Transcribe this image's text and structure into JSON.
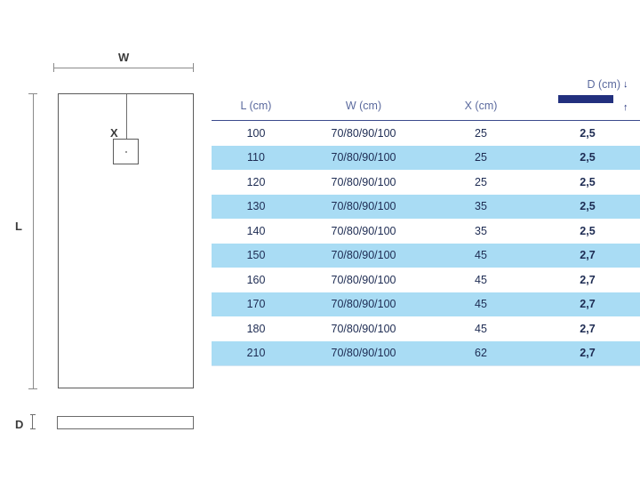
{
  "drawing": {
    "width_label": "W",
    "length_label": "L",
    "offset_label": "X",
    "depth_label": "D"
  },
  "table": {
    "depth_header": {
      "title": "D (cm)",
      "arrow_down": "↓",
      "arrow_up": "↑",
      "swatch_color": "#22307e"
    },
    "columns": [
      "L (cm)",
      "W (cm)",
      "X (cm)",
      "D (cm)"
    ],
    "rows": [
      {
        "L": "100",
        "W": "70/80/90/100",
        "X": "25",
        "D": "2,5"
      },
      {
        "L": "110",
        "W": "70/80/90/100",
        "X": "25",
        "D": "2,5"
      },
      {
        "L": "120",
        "W": "70/80/90/100",
        "X": "25",
        "D": "2,5"
      },
      {
        "L": "130",
        "W": "70/80/90/100",
        "X": "35",
        "D": "2,5"
      },
      {
        "L": "140",
        "W": "70/80/90/100",
        "X": "35",
        "D": "2,5"
      },
      {
        "L": "150",
        "W": "70/80/90/100",
        "X": "45",
        "D": "2,7"
      },
      {
        "L": "160",
        "W": "70/80/90/100",
        "X": "45",
        "D": "2,7"
      },
      {
        "L": "170",
        "W": "70/80/90/100",
        "X": "45",
        "D": "2,7"
      },
      {
        "L": "180",
        "W": "70/80/90/100",
        "X": "45",
        "D": "2,7"
      },
      {
        "L": "210",
        "W": "70/80/90/100",
        "X": "62",
        "D": "2,7"
      }
    ],
    "accent_row_color": "#a9dcf4",
    "header_text_color": "#5b6a9e",
    "body_text_color": "#1d2b52"
  }
}
